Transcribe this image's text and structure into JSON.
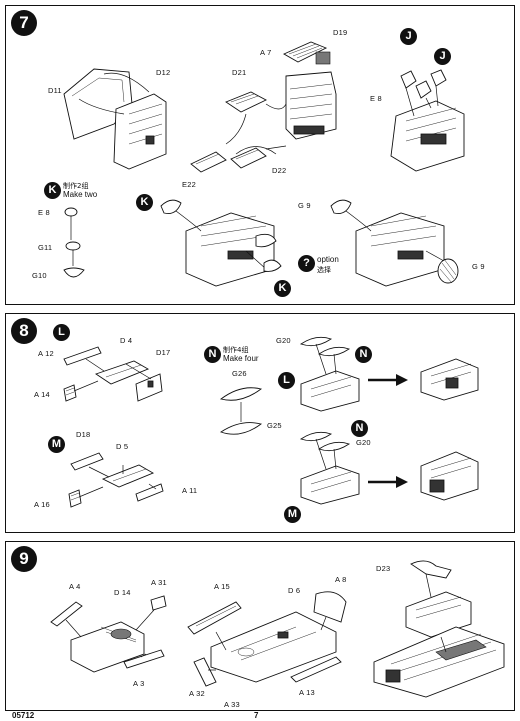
{
  "steps": [
    {
      "number": "7",
      "labels": {
        "d11": "D11",
        "d12": "D12",
        "a7": "A 7",
        "d19": "D19",
        "d21": "D21",
        "e22": "E22",
        "d22": "D22",
        "e8_top": "E 8",
        "e8_left": "E 8",
        "g11": "G11",
        "g10": "G10",
        "g9_a": "G 9",
        "g9_b": "G 9"
      },
      "badges": {
        "j1": "J",
        "j2": "J",
        "k1": "K",
        "k2": "K",
        "k3": "K",
        "option": "?"
      },
      "make_two_cn": "制作2组",
      "make_two_en": "Make two",
      "option_en": "option",
      "option_cn": "选择"
    },
    {
      "number": "8",
      "labels": {
        "a12": "A 12",
        "d4": "D 4",
        "d17": "D17",
        "a14": "A 14",
        "d18": "D18",
        "d5": "D 5",
        "a11": "A 11",
        "a16": "A 16",
        "g26": "G26",
        "g25": "G25",
        "g20_a": "G20",
        "g20_b": "G20"
      },
      "badges": {
        "l1": "L",
        "l2": "L",
        "m1": "M",
        "m2": "M",
        "n1": "N",
        "n2": "N",
        "n3": "N"
      },
      "make_four_cn": "制作4组",
      "make_four_en": "Make four"
    },
    {
      "number": "9",
      "labels": {
        "a4": "A 4",
        "d14": "D 14",
        "a31": "A 31",
        "a3": "A 3",
        "a15": "A 15",
        "d6": "D 6",
        "a8": "A 8",
        "a32": "A 32",
        "a33": "A 33",
        "a13": "A 13",
        "d23": "D23"
      }
    }
  ],
  "footer": {
    "code": "05712",
    "page": "7"
  }
}
